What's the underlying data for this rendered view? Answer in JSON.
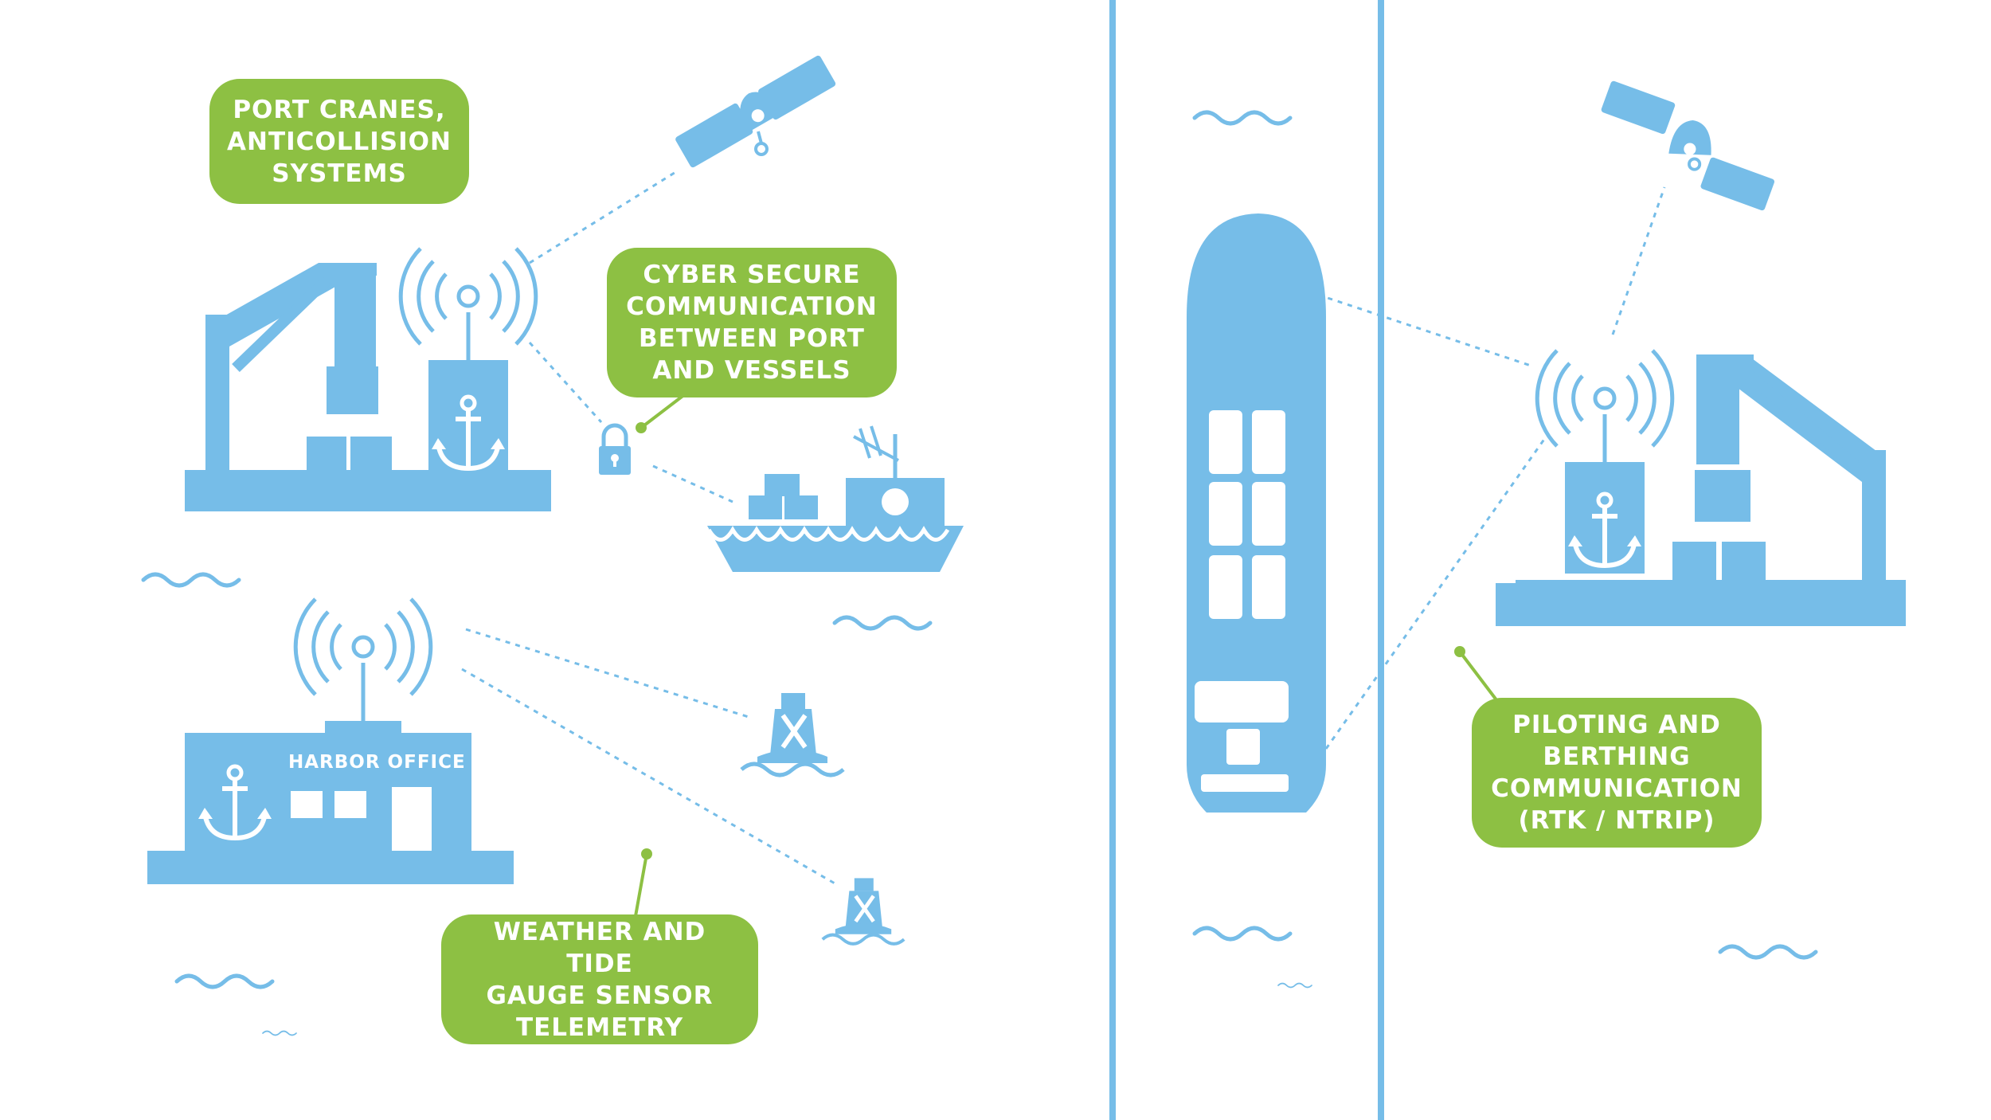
{
  "labels": {
    "port_cranes": "PORT CRANES,\nANTICOLLISION\nSYSTEMS",
    "cyber_secure": "CYBER SECURE\nCOMMUNICATION\nBETWEEN PORT\nAND VESSELS",
    "weather_tide": "WEATHER AND TIDE\nGAUGE SENSOR\nTELEMETRY",
    "piloting": "PILOTING AND\nBERTHING\nCOMMUNICATION\n(RTK / NTRIP)"
  },
  "harbor_office": "HARBOR OFFICE",
  "colors": {
    "blue": "#76bde8",
    "green": "#8dc043",
    "white": "#ffffff"
  },
  "icons": [
    "satellite-icon",
    "antenna-icon",
    "crane-icon",
    "anchor-icon",
    "lock-icon",
    "fishing-boat-icon",
    "buoy-icon",
    "container-ship-icon",
    "wave-icon"
  ]
}
